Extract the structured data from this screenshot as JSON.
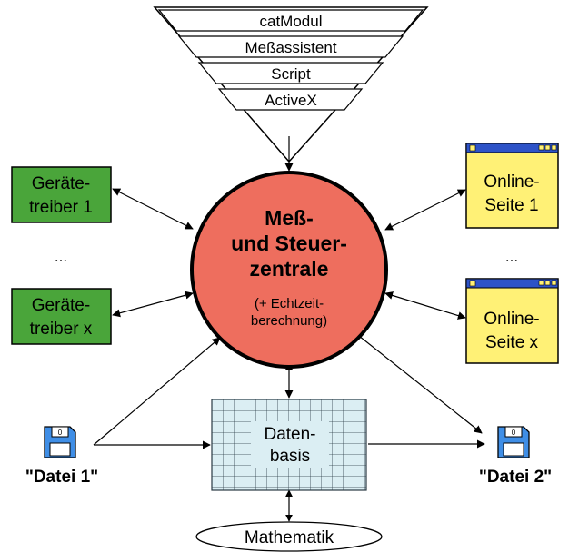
{
  "funnel": {
    "levels": [
      "catModul",
      "Meßassistent",
      "Script",
      "ActiveX"
    ]
  },
  "center": {
    "line1": "Meß-",
    "line2": "und Steuer-",
    "line3": "zentrale",
    "sub1": "(+ Echtzeit-",
    "sub2": "berechnung)"
  },
  "drivers": {
    "top": [
      "Geräte-",
      "treiber 1"
    ],
    "bottom": [
      "Geräte-",
      "treiber x"
    ],
    "ellipsis": "..."
  },
  "online": {
    "top": [
      "Online-",
      "Seite 1"
    ],
    "bottom": [
      "Online-",
      "Seite x"
    ],
    "ellipsis": "..."
  },
  "database": {
    "line1": "Daten-",
    "line2": "basis"
  },
  "files": {
    "left": "\"Datei 1\"",
    "right": "\"Datei 2\"",
    "disk_label": "0"
  },
  "math": {
    "label": "Mathematik"
  },
  "colors": {
    "driver_fill": "#4aa53a",
    "online_fill": "#fff176",
    "center_fill": "#ee6e5e",
    "db_fill": "#dbeef3",
    "disk_fill": "#3f8ee6",
    "titlebar_fill": "#2e53c8"
  }
}
